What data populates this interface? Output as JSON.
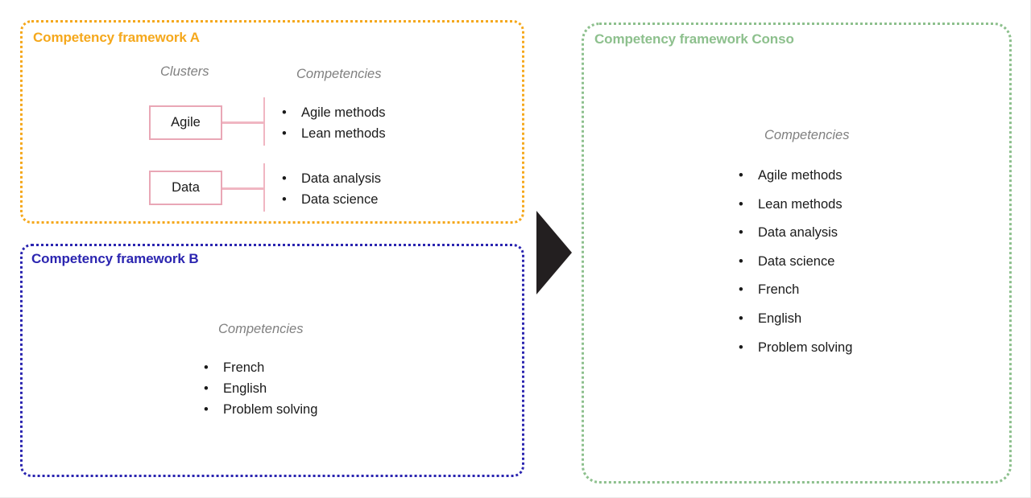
{
  "diagram": {
    "type": "competency-framework-consolidation",
    "arrow_icon": "right-arrow-icon",
    "colors": {
      "framework_a": "#F5A81C",
      "framework_b": "#2B25B0",
      "framework_conso": "#8DC08D",
      "cluster_box_border": "#E9A7B6",
      "connector": "#F0B6C2",
      "header_text": "#808080",
      "body_text": "#1a1a1a",
      "arrow": "#231F20"
    }
  },
  "framework_a": {
    "title": "Competency framework A",
    "headers": {
      "clusters": "Clusters",
      "competencies": "Competencies"
    },
    "clusters": [
      {
        "name": "Agile",
        "competencies": [
          "Agile methods",
          "Lean methods"
        ]
      },
      {
        "name": "Data",
        "competencies": [
          "Data analysis",
          "Data science"
        ]
      }
    ]
  },
  "framework_b": {
    "title": "Competency framework B",
    "headers": {
      "competencies": "Competencies"
    },
    "competencies": [
      "French",
      "English",
      "Problem solving"
    ]
  },
  "framework_conso": {
    "title": "Competency framework Conso",
    "headers": {
      "competencies": "Competencies"
    },
    "competencies": [
      "Agile methods",
      "Lean methods",
      "Data analysis",
      "Data science",
      "French",
      "English",
      "Problem solving"
    ]
  }
}
